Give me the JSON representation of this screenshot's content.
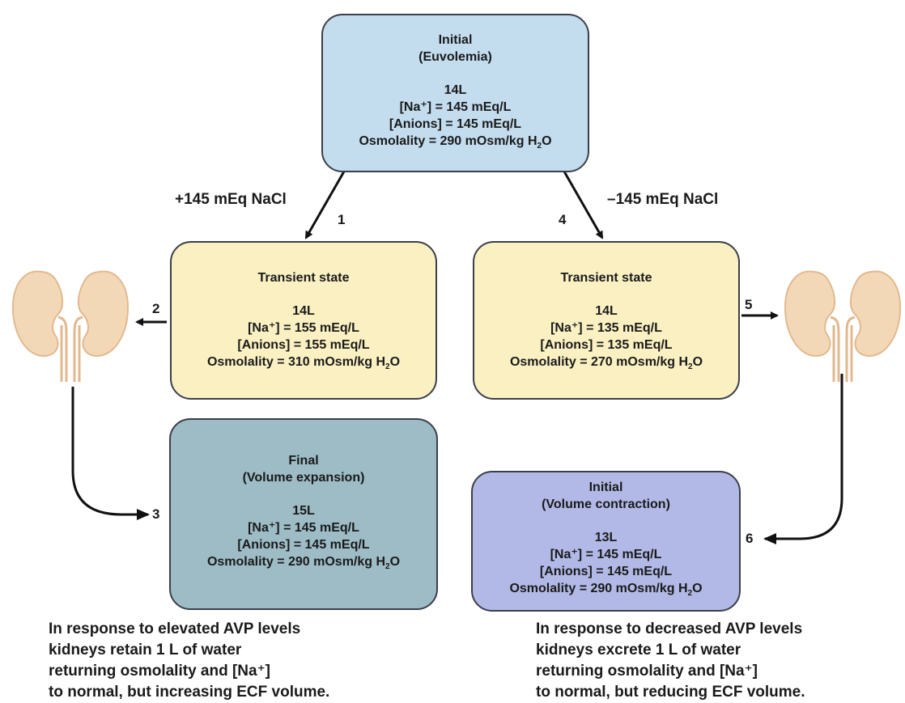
{
  "boxes": {
    "initial": {
      "title": "Initial",
      "subtitle": "(Euvolemia)",
      "volume": "14L",
      "na": "[Na⁺] = 145 mEq/L",
      "anions": "[Anions] = 145 mEq/L",
      "osm_prefix": "Osmolality = 290 mOsm/kg H",
      "osm_sub": "2",
      "osm_suffix": "O"
    },
    "transient_left": {
      "title": "Transient state",
      "volume": "14L",
      "na": "[Na⁺] = 155 mEq/L",
      "anions": "[Anions] = 155 mEq/L",
      "osm_prefix": "Osmolality = 310 mOsm/kg H",
      "osm_sub": "2",
      "osm_suffix": "O"
    },
    "transient_right": {
      "title": "Transient state",
      "volume": "14L",
      "na": "[Na⁺] = 135 mEq/L",
      "anions": "[Anions] = 135 mEq/L",
      "osm_prefix": "Osmolality = 270 mOsm/kg H",
      "osm_sub": "2",
      "osm_suffix": "O"
    },
    "final_left": {
      "title": "Final",
      "subtitle": "(Volume expansion)",
      "volume": "15L",
      "na": "[Na⁺] = 145 mEq/L",
      "anions": "[Anions] = 145 mEq/L",
      "osm_prefix": "Osmolality = 290 mOsm/kg H",
      "osm_sub": "2",
      "osm_suffix": "O"
    },
    "final_right": {
      "title": "Initial",
      "subtitle": "(Volume contraction)",
      "volume": "13L",
      "na": "[Na⁺] = 145 mEq/L",
      "anions": "[Anions] = 145 mEq/L",
      "osm_prefix": "Osmolality = 290 mOsm/kg H",
      "osm_sub": "2",
      "osm_suffix": "O"
    }
  },
  "arrows": {
    "add_nacl": "+145 mEq NaCl",
    "remove_nacl": "–145 mEq NaCl"
  },
  "steps": [
    "1",
    "2",
    "3",
    "4",
    "5",
    "6"
  ],
  "captions": {
    "left": [
      "In response to elevated AVP levels",
      "kidneys retain 1 L of water",
      "returning osmolality and [Na⁺]",
      "to normal, but increasing ECF volume."
    ],
    "right": [
      "In response to decreased AVP levels",
      "kidneys excrete 1 L of water",
      "returning osmolality and [Na⁺]",
      "to normal, but reducing ECF volume."
    ]
  },
  "colors": {
    "initial": "#c3dcee",
    "transient": "#faf0c2",
    "final_expansion": "#9dbcc6",
    "final_contraction": "#b2b9e6",
    "kidney": "#f3d8b8"
  },
  "icons": [
    "kidney-icon"
  ]
}
